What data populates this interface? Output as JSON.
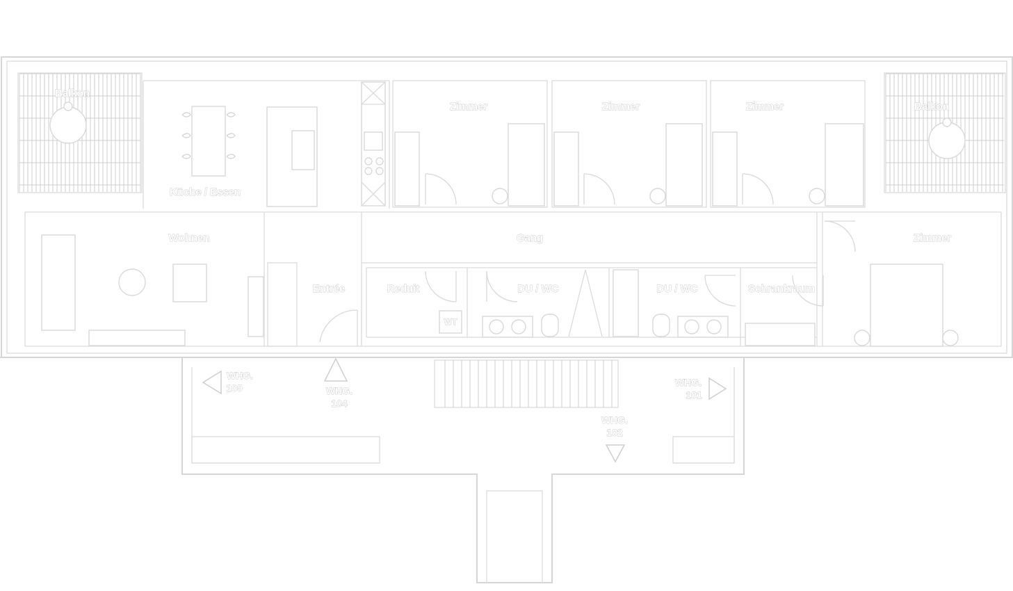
{
  "rooms": {
    "balkon_left": "Balkon",
    "kueche": "Küche / Essen",
    "zimmer_1": "Zimmer",
    "zimmer_2": "Zimmer",
    "zimmer_3": "Zimmer",
    "balkon_right": "Balkon",
    "wohnen": "Wohnen",
    "gang": "Gang",
    "zimmer_4": "Zimmer",
    "entree": "Entrée",
    "reduit": "Reduit",
    "du_wc_1": "DU / WC",
    "du_wc_2": "DU / WC",
    "schrankraum": "Schrankraum",
    "wt": "WT"
  },
  "units": {
    "u100": [
      "WHG.",
      "100"
    ],
    "u104": [
      "WHG.",
      "104"
    ],
    "u101": [
      "WHG.",
      "101"
    ],
    "u102": [
      "WHG.",
      "102"
    ]
  }
}
